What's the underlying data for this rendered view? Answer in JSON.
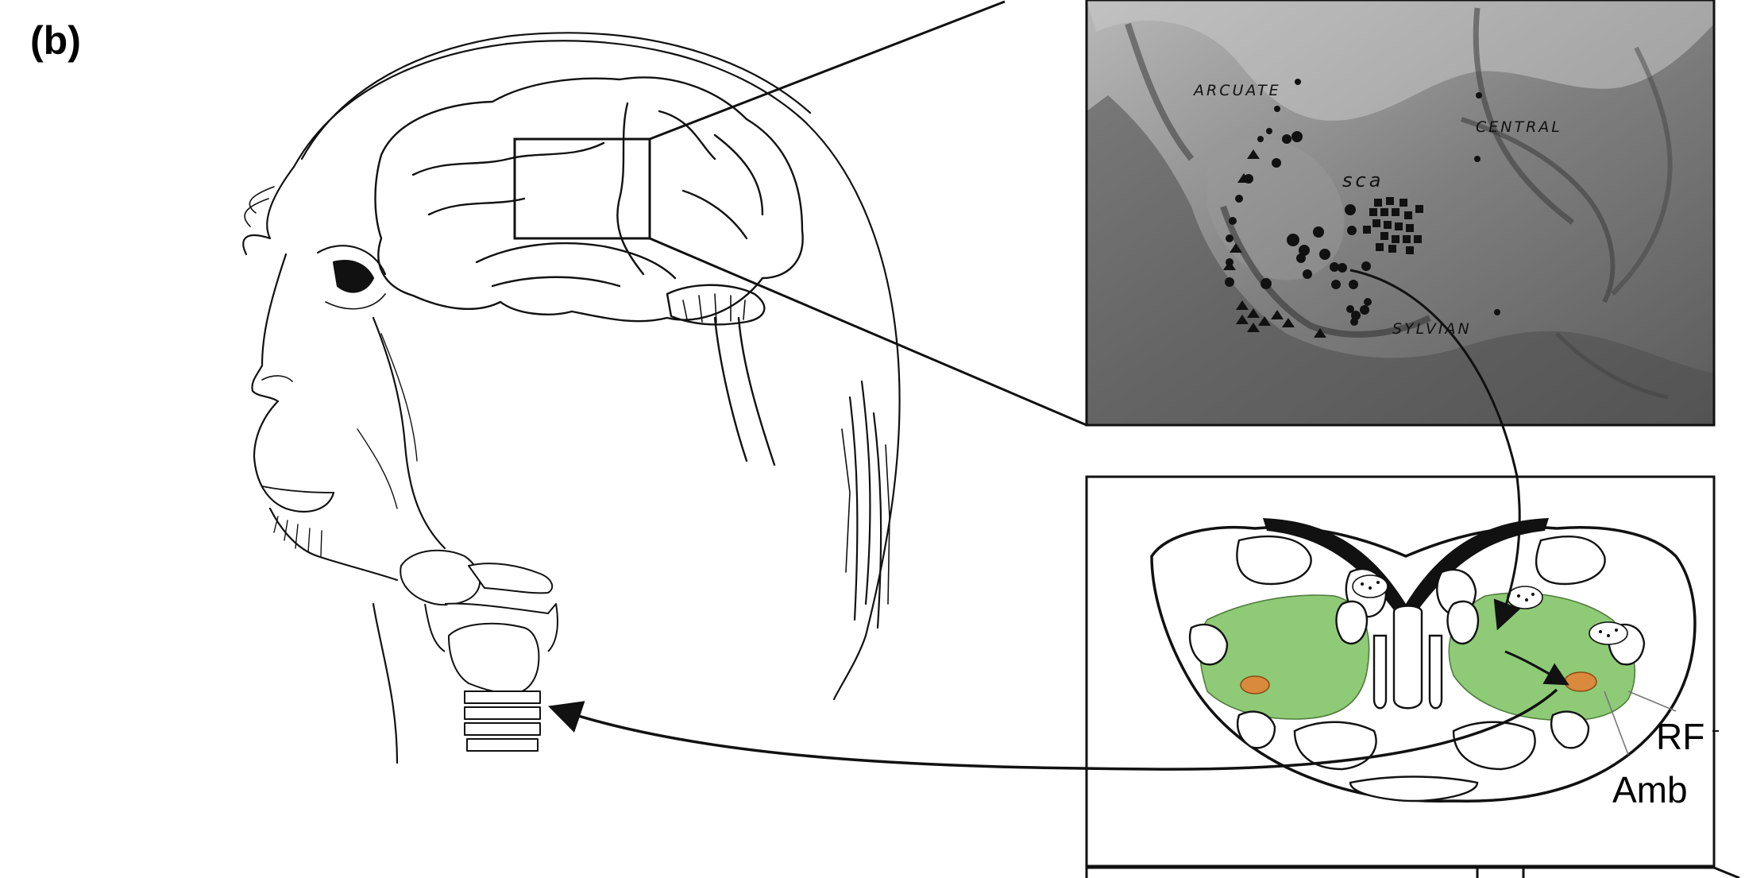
{
  "figure": {
    "panel_label": "(b)",
    "photo_labels": {
      "arcuate": "ARCUATE",
      "central": "CENTRAL",
      "sylvian": "SYLVIAN",
      "sca": "sca"
    },
    "brainstem_labels": {
      "rf": "RF",
      "amb": "Amb"
    },
    "colors": {
      "reticular_formation": "#8fca77",
      "nucleus_ambiguus": "#d98a3c",
      "line": "#111111",
      "photo_background": "#8a8a8a"
    }
  }
}
